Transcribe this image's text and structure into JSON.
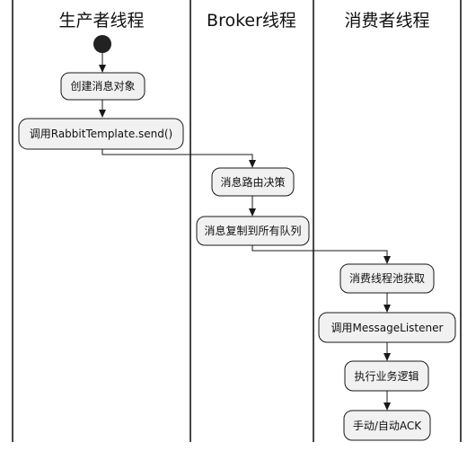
{
  "lanes": [
    {
      "title": "生产者线程"
    },
    {
      "title": "Broker线程"
    },
    {
      "title": "消费者线程"
    }
  ],
  "nodes": [
    {
      "id": "create_msg",
      "label": "创建消息对象",
      "lane": 0
    },
    {
      "id": "call_send",
      "label": "调用RabbitTemplate.send()",
      "lane": 0
    },
    {
      "id": "route",
      "label": "消息路由决策",
      "lane": 1
    },
    {
      "id": "replicate",
      "label": "消息复制到所有队列",
      "lane": 1
    },
    {
      "id": "pool",
      "label": "消费线程池获取",
      "lane": 2
    },
    {
      "id": "listener",
      "label": "调用MessageListener",
      "lane": 2
    },
    {
      "id": "execute",
      "label": "执行业务逻辑",
      "lane": 2
    },
    {
      "id": "ack",
      "label": "手动/自动ACK",
      "lane": 2
    }
  ],
  "edges": [
    {
      "from": "start",
      "to": "create_msg"
    },
    {
      "from": "create_msg",
      "to": "call_send"
    },
    {
      "from": "call_send",
      "to": "route"
    },
    {
      "from": "route",
      "to": "replicate"
    },
    {
      "from": "replicate",
      "to": "pool"
    },
    {
      "from": "pool",
      "to": "listener"
    },
    {
      "from": "listener",
      "to": "execute"
    },
    {
      "from": "execute",
      "to": "ack"
    }
  ]
}
